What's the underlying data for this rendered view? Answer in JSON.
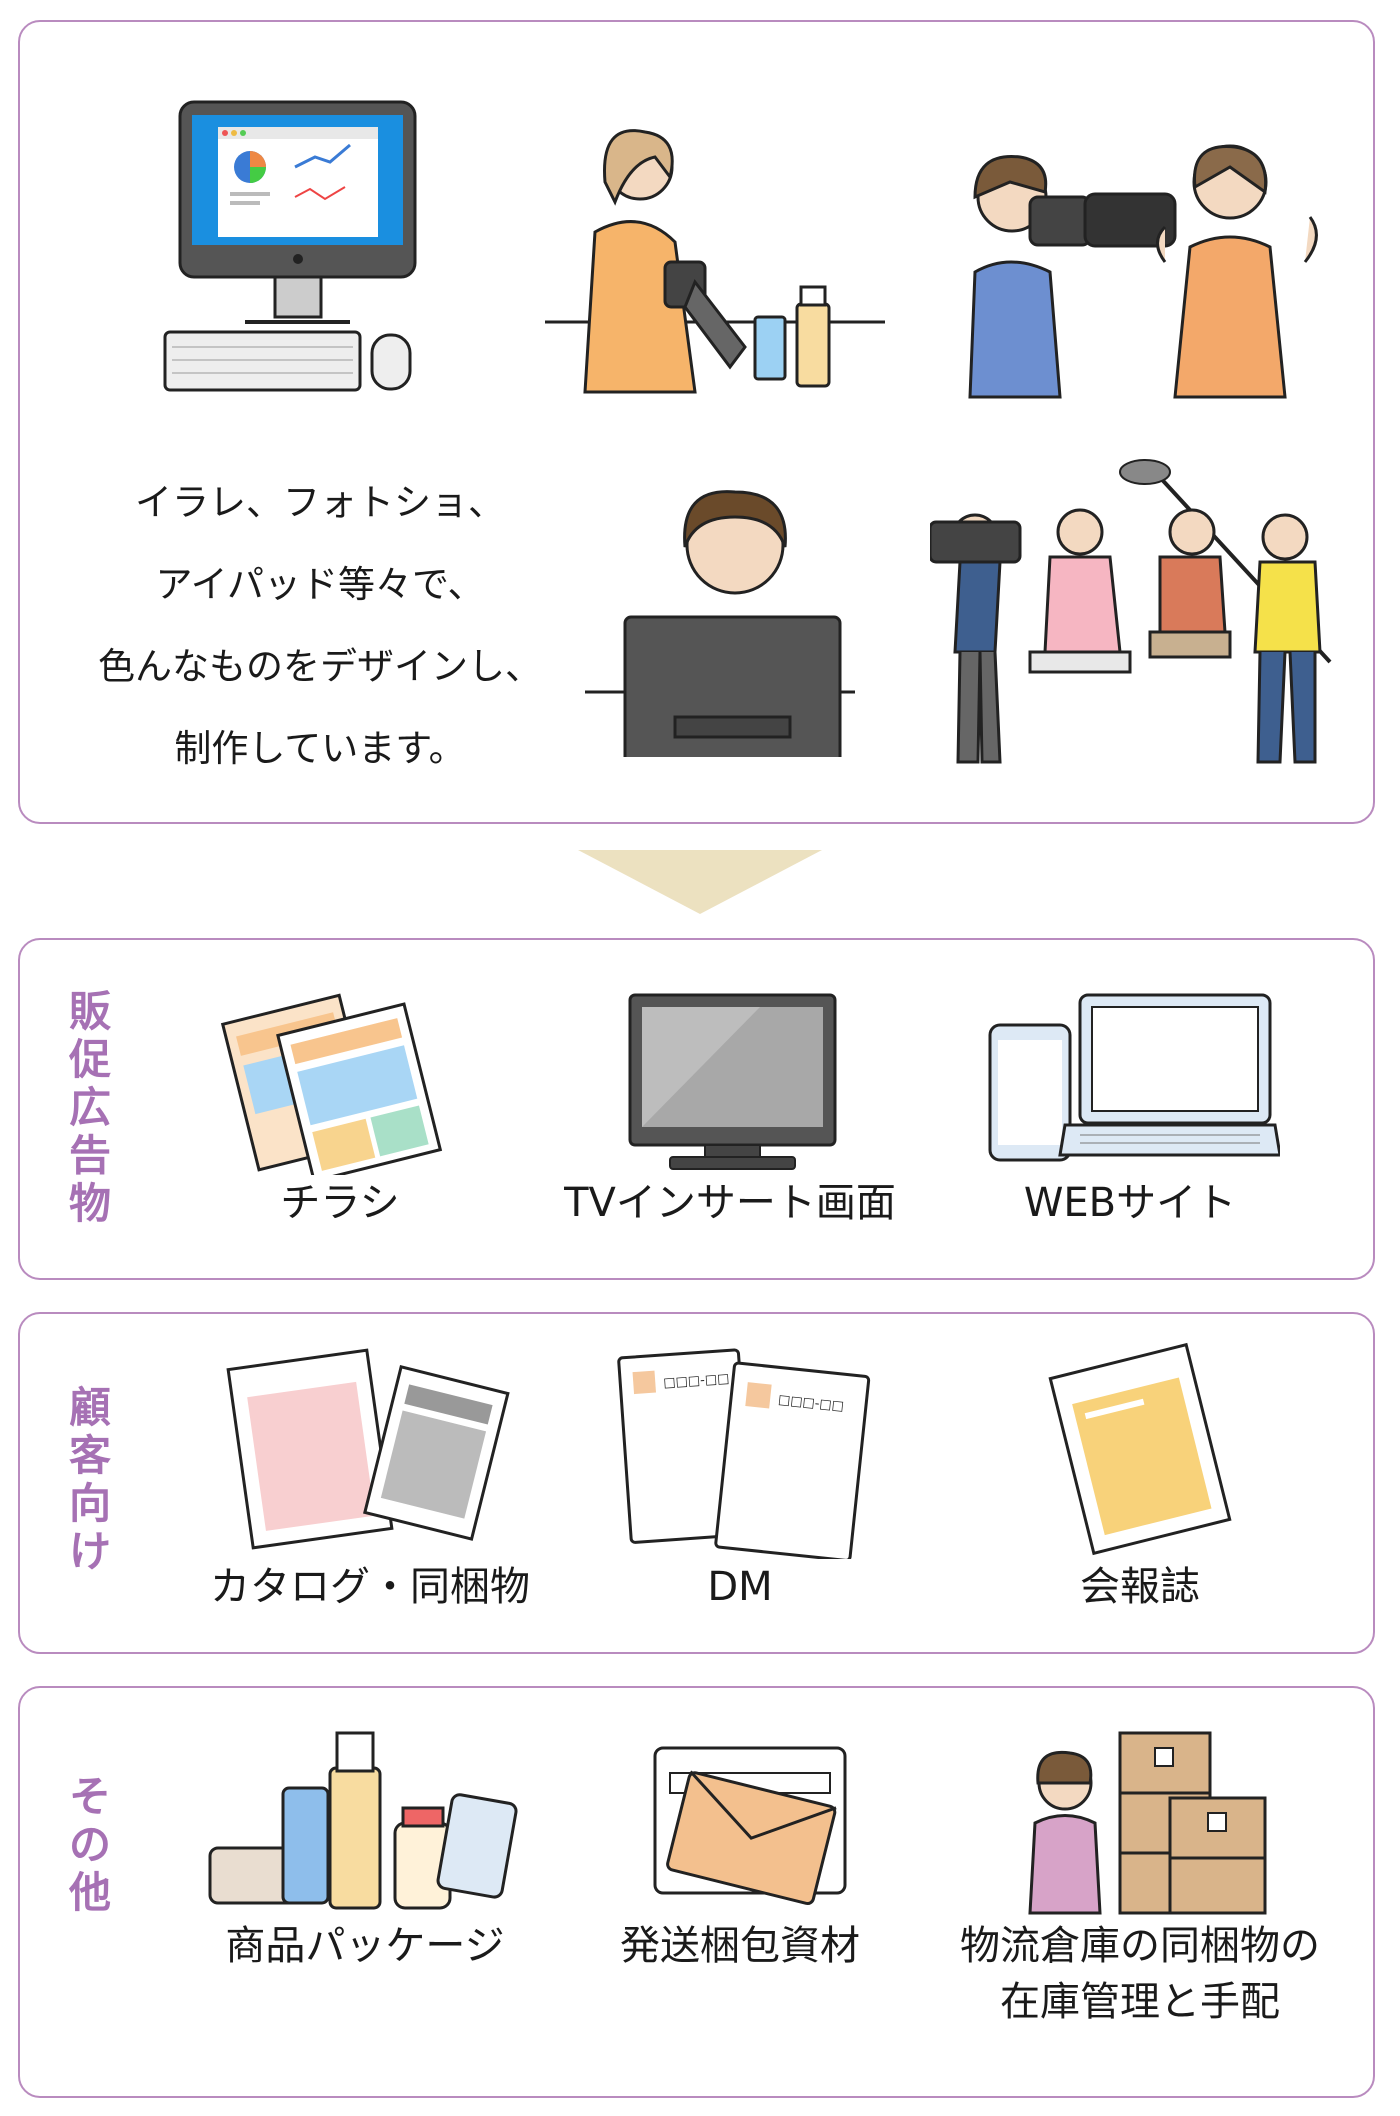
{
  "intro": {
    "lines": [
      "イラレ、フォトショ、",
      "アイパッド等々で、",
      "色んなものをデザインし、",
      "制作しています。"
    ]
  },
  "sections": [
    {
      "label": [
        "販",
        "促",
        "広",
        "告",
        "物"
      ],
      "items": [
        {
          "caption": "チラシ"
        },
        {
          "caption": "TVインサート画面"
        },
        {
          "caption": "WEBサイト"
        }
      ]
    },
    {
      "label": [
        "顧",
        "客",
        "向",
        "け"
      ],
      "items": [
        {
          "caption": "カタログ・同梱物"
        },
        {
          "caption": "DM"
        },
        {
          "caption": "会報誌"
        }
      ]
    },
    {
      "label": [
        "そ",
        "の",
        "他"
      ],
      "items": [
        {
          "caption": "商品パッケージ"
        },
        {
          "caption": "発送梱包資材"
        },
        {
          "caption_lines": [
            "物流倉庫の同梱物の",
            "在庫管理と手配"
          ]
        }
      ]
    }
  ],
  "dm_text": "□□□-□□",
  "colors": {
    "border": "#b98bbf",
    "label": "#a671b4",
    "arrow": "#ece1c0"
  }
}
